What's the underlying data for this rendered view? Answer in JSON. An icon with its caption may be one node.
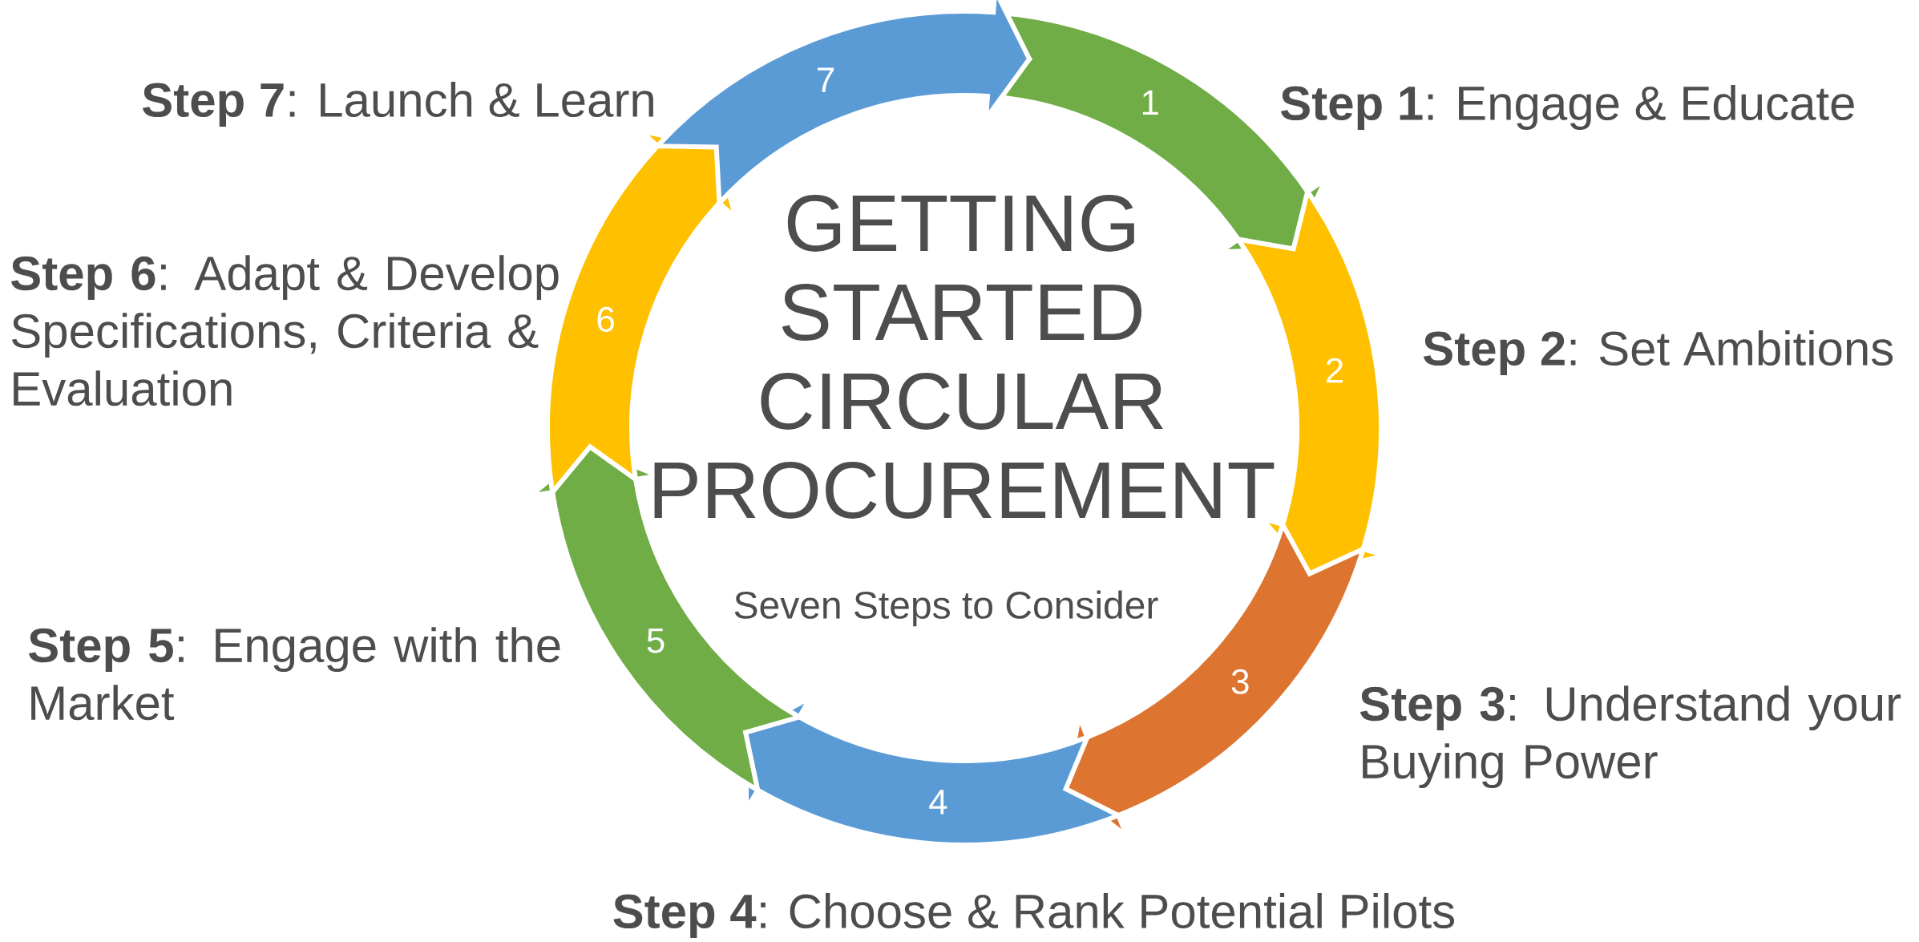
{
  "diagram": {
    "title": "GETTING STARTED CIRCULAR PROCUREMENT",
    "nodes": [
      {
        "text": [
          "1"
        ],
        "beside": [
          "**Step 1**: Engage & Educate"
        ]
      },
      {
        "text": [
          "2"
        ],
        "beside": [
          "**Step 2**: Set Ambitions"
        ]
      },
      {
        "text": [
          "3"
        ],
        "beside": [
          "**Step 3**: Understand your Buying Power"
        ]
      },
      {
        "text": [
          "4"
        ],
        "beside": [
          "**Step 4**: Choose & Rank Potential Pilots"
        ]
      },
      {
        "text": [
          "5"
        ],
        "beside": [
          "**Step 5**: Engage with the Market"
        ]
      },
      {
        "text": [
          "6"
        ],
        "beside": [
          "**Step 6**: Adapt & Develop Specifications, Criteria & Evaluation"
        ]
      },
      {
        "text": [
          "7"
        ],
        "beside": [
          "**Step 7**: Launch & Learn"
        ]
      }
    ],
    "labels": [
      "Seven Steps to Consider"
    ]
  }
}
